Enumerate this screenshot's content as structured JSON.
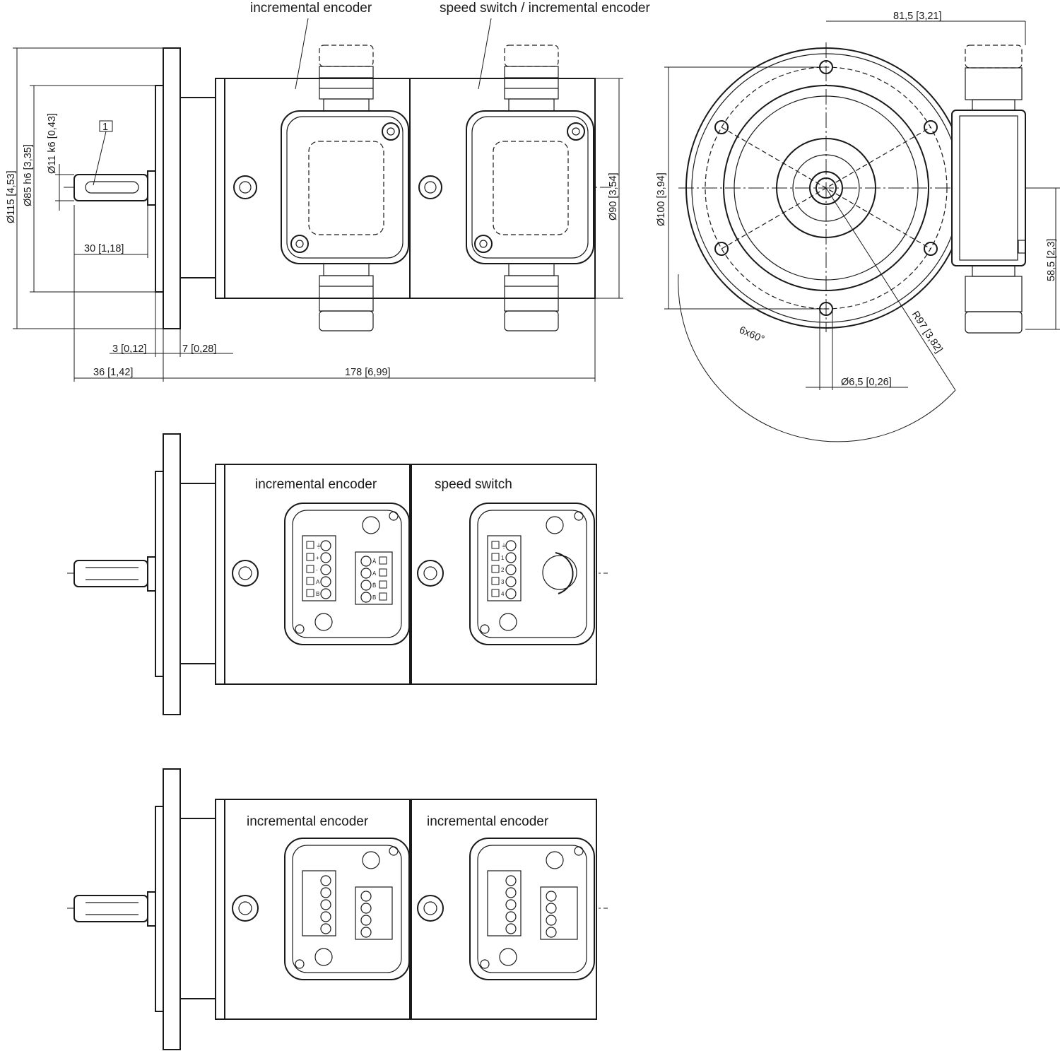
{
  "labels": {
    "top_left_module": "incremental encoder",
    "top_right_module": "speed switch / incremental encoder",
    "mid_left_module": "incremental encoder",
    "mid_right_module": "speed switch",
    "bot_left_module": "incremental encoder",
    "bot_right_module": "incremental encoder"
  },
  "callout": "1",
  "dimensions": {
    "flange_dia": "Ø115 [4,53]",
    "spigot_dia": "Ø85 h6 [3,35]",
    "shaft_dia": "Ø11 k6 [0,43]",
    "shaft_len": "30 [1,18]",
    "spigot_depth": "3 [0,12]",
    "flange_thk": "7 [0,28]",
    "shaft_total": "36 [1,42]",
    "body_len": "178 [6,99]",
    "body_dia": "Ø90 [3,54]",
    "width_side": "81,5 [3,21]",
    "pitch_dia": "Ø100 [3,94]",
    "height_side": "58,5 [2,3]",
    "hole_pattern": "6x60°",
    "radius": "R97 [3,82]",
    "hole_dia": "Ø6,5 [0,26]"
  },
  "terminals": {
    "enc_left": [
      "⏚",
      "+",
      "-",
      "A",
      "B"
    ],
    "enc_right": [
      "Ā",
      "A",
      "B̄",
      "B"
    ],
    "switch": [
      "⏚",
      "1",
      "2",
      "3",
      "4"
    ]
  }
}
